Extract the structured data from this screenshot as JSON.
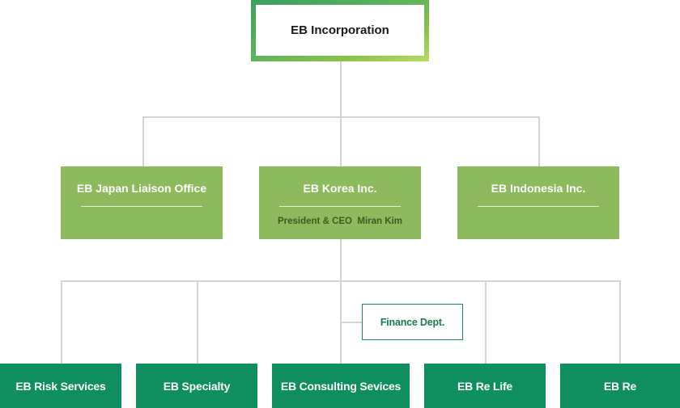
{
  "org": {
    "root": {
      "label": "EB Incorporation"
    },
    "level2": [
      {
        "label": "EB Japan Liaison Office",
        "sub": ""
      },
      {
        "label": "EB Korea Inc.",
        "sub": "President & CEO  Miran Kim"
      },
      {
        "label": "EB Indonesia Inc.",
        "sub": ""
      }
    ],
    "finance": {
      "label": "Finance Dept."
    },
    "level3": [
      {
        "label": "EB Risk Services"
      },
      {
        "label": "EB Specialty"
      },
      {
        "label": "EB Consulting Sevices"
      },
      {
        "label": "EB Re Life"
      },
      {
        "label": "EB Re"
      }
    ]
  },
  "colors": {
    "level2_fill": "#8cba5c",
    "level3_fill": "#0f8f5f",
    "connector": "#d4d4d4",
    "root_border_gradient_start": "#3aa063",
    "root_border_gradient_end": "#b9dc63"
  }
}
